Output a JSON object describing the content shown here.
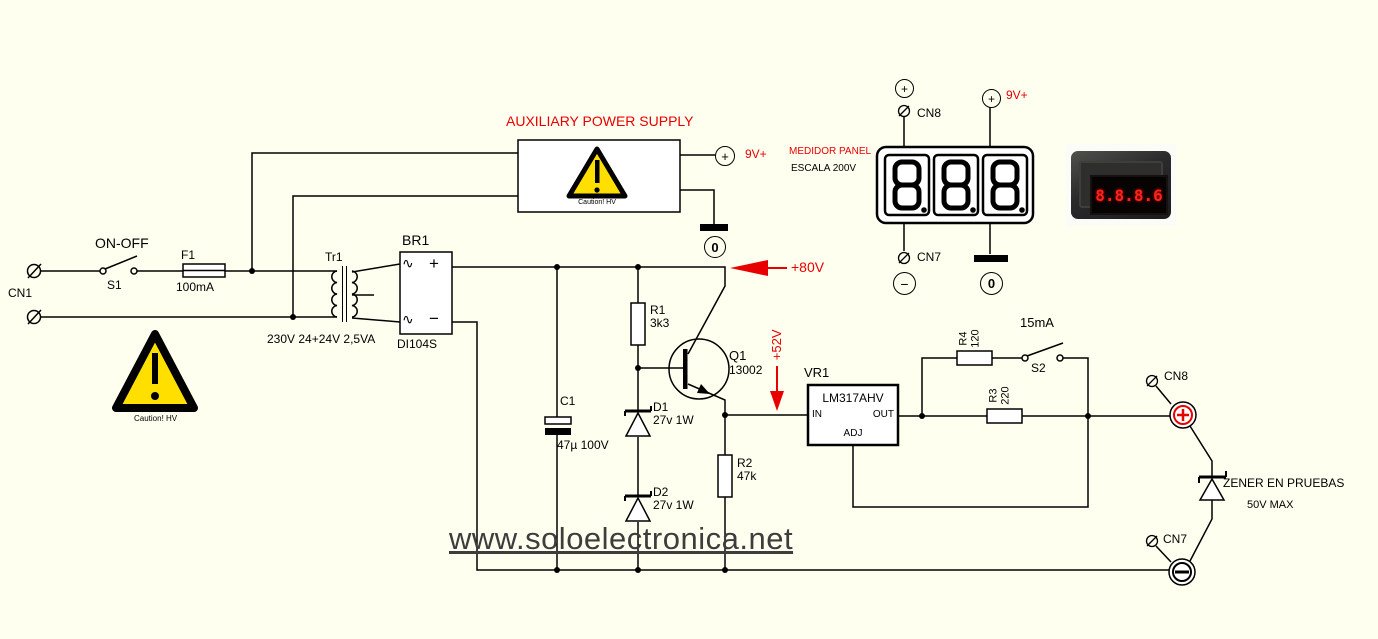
{
  "colors": {
    "background": "#fffff0",
    "accent_red": "#e80000",
    "caution_yellow": "#ffdf00",
    "led_red": "#ff2418"
  },
  "watermark": "www.soloelectronica.net",
  "input": {
    "cn1": "CN1",
    "switch_label": "ON-OFF",
    "switch_ref": "S1",
    "fuse_ref": "F1",
    "fuse_value": "100mA"
  },
  "transformer": {
    "ref": "Tr1",
    "spec": "230V 24+24V 2,5VA"
  },
  "bridge": {
    "ref": "BR1",
    "part": "DI104S",
    "sym_ac": "∿",
    "sym_plus": "+",
    "sym_minus": "−"
  },
  "aux_supply": {
    "title": "AUXILIARY POWER SUPPLY",
    "caution": "Caution! HV",
    "plus": "+",
    "zero": "0",
    "rail": "9V+"
  },
  "hv_warning": {
    "caution": "Caution! HV"
  },
  "nets": {
    "v80": "+80V",
    "v52": "+52V"
  },
  "components": {
    "r1": {
      "ref": "R1",
      "value": "3k3"
    },
    "r2": {
      "ref": "R2",
      "value": "47k"
    },
    "r3": {
      "ref": "R3",
      "value": "220"
    },
    "r4": {
      "ref": "R4",
      "value": "120"
    },
    "c1": {
      "ref": "C1",
      "value": "47µ 100V"
    },
    "d1": {
      "ref": "D1",
      "value": "27v 1W"
    },
    "d2": {
      "ref": "D2",
      "value": "27v 1W"
    },
    "q1": {
      "ref": "Q1",
      "value": "13002"
    },
    "vr1": {
      "ref": "VR1",
      "part": "LM317AHV",
      "pin_in": "IN",
      "pin_out": "OUT",
      "pin_adj": "ADJ"
    },
    "s2": {
      "ref": "S2",
      "current": "15mA"
    }
  },
  "panel_meter": {
    "title": "MEDIDOR PANEL",
    "scale": "ESCALA 200V",
    "cn8": "CN8",
    "cn7": "CN7",
    "rail": "9V+",
    "plus": "+",
    "minus": "−",
    "zero": "0",
    "digits": [
      "8.",
      "8.",
      "8."
    ]
  },
  "meter_photo": {
    "reading": "8.8.8.6"
  },
  "output": {
    "cn8": "CN8",
    "cn7": "CN7",
    "zener_label": "ZENER EN PRUEBAS",
    "zener_max": "50V MAX"
  }
}
